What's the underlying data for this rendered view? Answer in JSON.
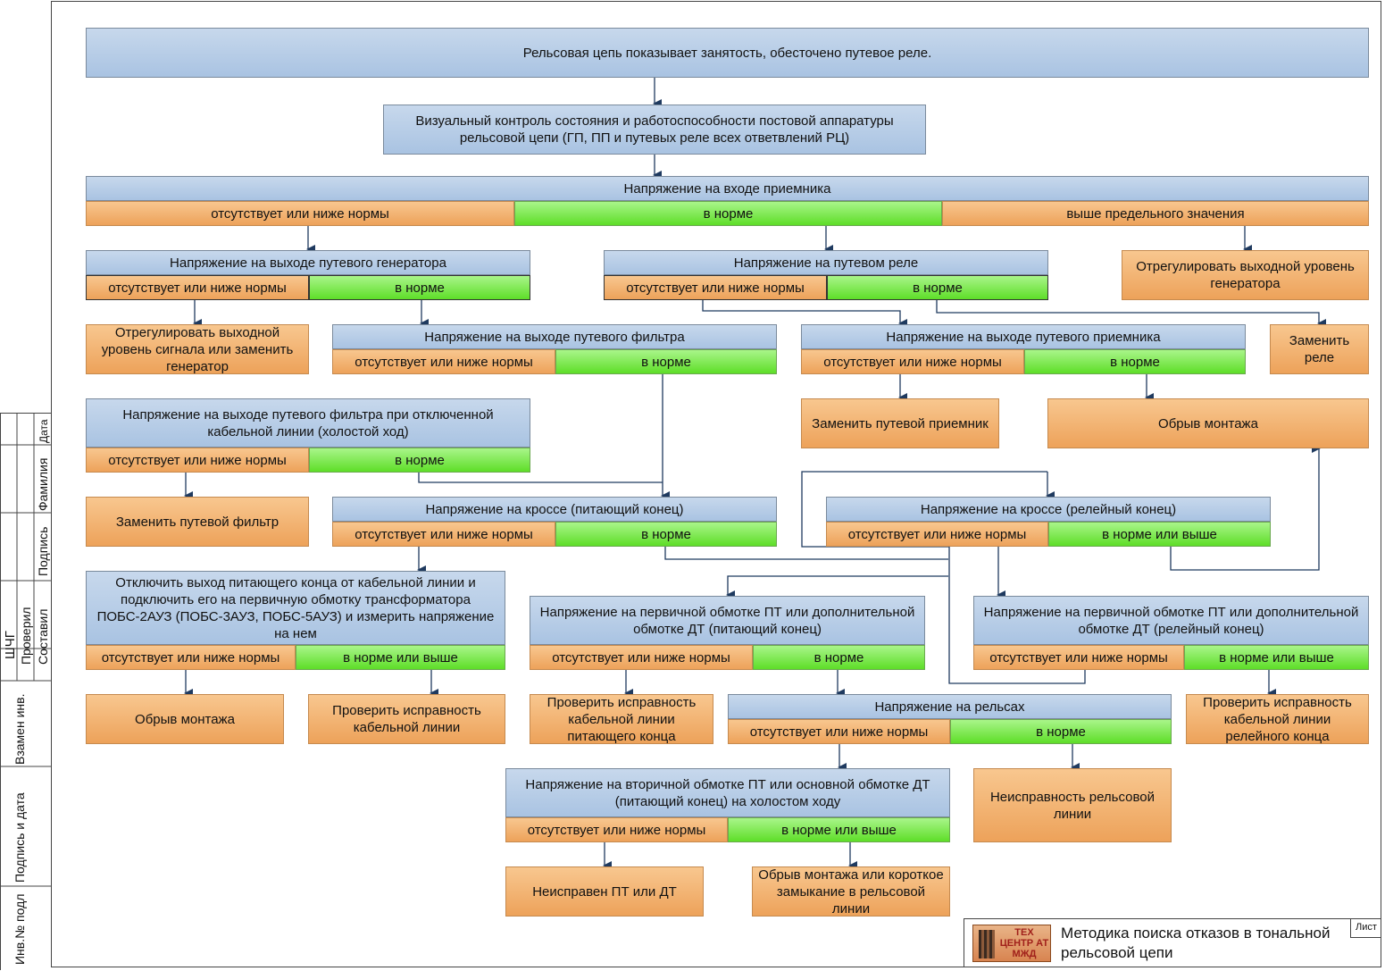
{
  "nodes": {
    "n_top": "Рельсовая цепь показывает занятость, обесточено путевое реле.",
    "n_visual": "Визуальный контроль состояния и работоспособности постовой аппаратуры рельсовой цепи (ГП, ПП и путевых реле всех ответвлений РЦ)",
    "n_recv_in": "Напряжение на входе приемника",
    "n_recv_in_low": "отсутствует или ниже нормы",
    "n_recv_in_ok": "в норме",
    "n_recv_in_high": "выше предельного значения",
    "n_gen_out": "Напряжение на выходе путевого генератора",
    "n_gen_out_low": "отсутствует или ниже нормы",
    "n_gen_out_ok": "в норме",
    "n_relay": "Напряжение на путевом реле",
    "n_relay_low": "отсутствует или ниже нормы",
    "n_relay_ok": "в норме",
    "a_adjust_gen": "Отрегулировать выходной уровень генератора",
    "a_adjust_signal": "Отрегулировать выходной уровень сигнала или заменить генератор",
    "n_filter_out": "Напряжение на выходе путевого фильтра",
    "n_filter_out_low": "отсутствует или ниже нормы",
    "n_filter_out_ok": "в норме",
    "n_recvr_out": "Напряжение на выходе путевого приемника",
    "n_recvr_out_low": "отсутствует или ниже нормы",
    "n_recvr_out_ok": "в норме",
    "a_replace_relay": "Заменить реле",
    "n_filter_idle": "Напряжение на выходе путевого фильтра при отключенной кабельной линии (холостой ход)",
    "n_filter_idle_low": "отсутствует или ниже нормы",
    "n_filter_idle_ok": "в норме",
    "a_replace_receiver": "Заменить путевой приемник",
    "a_break1": "Обрыв монтажа",
    "a_replace_filter": "Заменить путевой фильтр",
    "n_cross_feed": "Напряжение на кроссе (питающий конец)",
    "n_cross_feed_low": "отсутствует или ниже нормы",
    "n_cross_feed_ok": "в норме",
    "n_cross_relay": "Напряжение на кроссе (релейный конец)",
    "n_cross_relay_low": "отсутствует или ниже нормы",
    "n_cross_relay_ok": "в норме или выше",
    "n_disconnect": "Отключить выход питающего конца от кабельной линии и подключить его на первичную обмотку трансформатора ПОБС-2АУЗ (ПОБС-3АУЗ, ПОБС-5АУЗ) и измерить напряжение на нем",
    "n_disconnect_low": "отсутствует или ниже нормы",
    "n_disconnect_ok": "в норме или выше",
    "n_pt_feed": "Напряжение на первичной обмотке ПТ или дополнительной обмотке ДТ (питающий конец)",
    "n_pt_feed_low": "отсутствует или ниже нормы",
    "n_pt_feed_ok": "в норме",
    "n_pt_relay": "Напряжение на первичной обмотке ПТ или дополнительной обмотке ДТ (релейный конец)",
    "n_pt_relay_low": "отсутствует или ниже нормы",
    "n_pt_relay_ok": "в норме или выше",
    "a_break2": "Обрыв монтажа",
    "a_check_cable": "Проверить исправность кабельной линии",
    "a_check_cable_feed": "Проверить исправность кабельной линии питающего конца",
    "n_rails": "Напряжение на рельсах",
    "n_rails_low": "отсутствует или ниже нормы",
    "n_rails_ok": "в норме",
    "a_check_cable_relay": "Проверить исправность кабельной линии релейного конца",
    "n_secondary": "Напряжение на вторичной обмотке ПТ или основной обмотке ДТ (питающий конец) на холостом ходу",
    "n_secondary_low": "отсутствует или ниже нормы",
    "n_secondary_ok": "в норме или выше",
    "a_rail_fault": "Неисправность рельсовой линии",
    "a_pt_fault": "Неисправен ПТ или ДТ",
    "a_break_short": "Обрыв монтажа или короткое замыкание в рельсовой линии"
  },
  "title_block": {
    "logo_text": "ТЕХ ЦЕНТР АТ МЖД",
    "title": "Методика поиска отказов в тональной рельсовой цепи",
    "sheet_label": "Лист"
  },
  "side_stamp": {
    "date": "Дата",
    "surname": "Фамилия",
    "signature": "Подпись",
    "shch": "ШЧГ",
    "checked": "Проверил",
    "compiled": "Составил",
    "replace_inv": "Взамен инв.",
    "sign_date": "Подпись и дата",
    "inv_orig": "Инв.№ подл"
  }
}
